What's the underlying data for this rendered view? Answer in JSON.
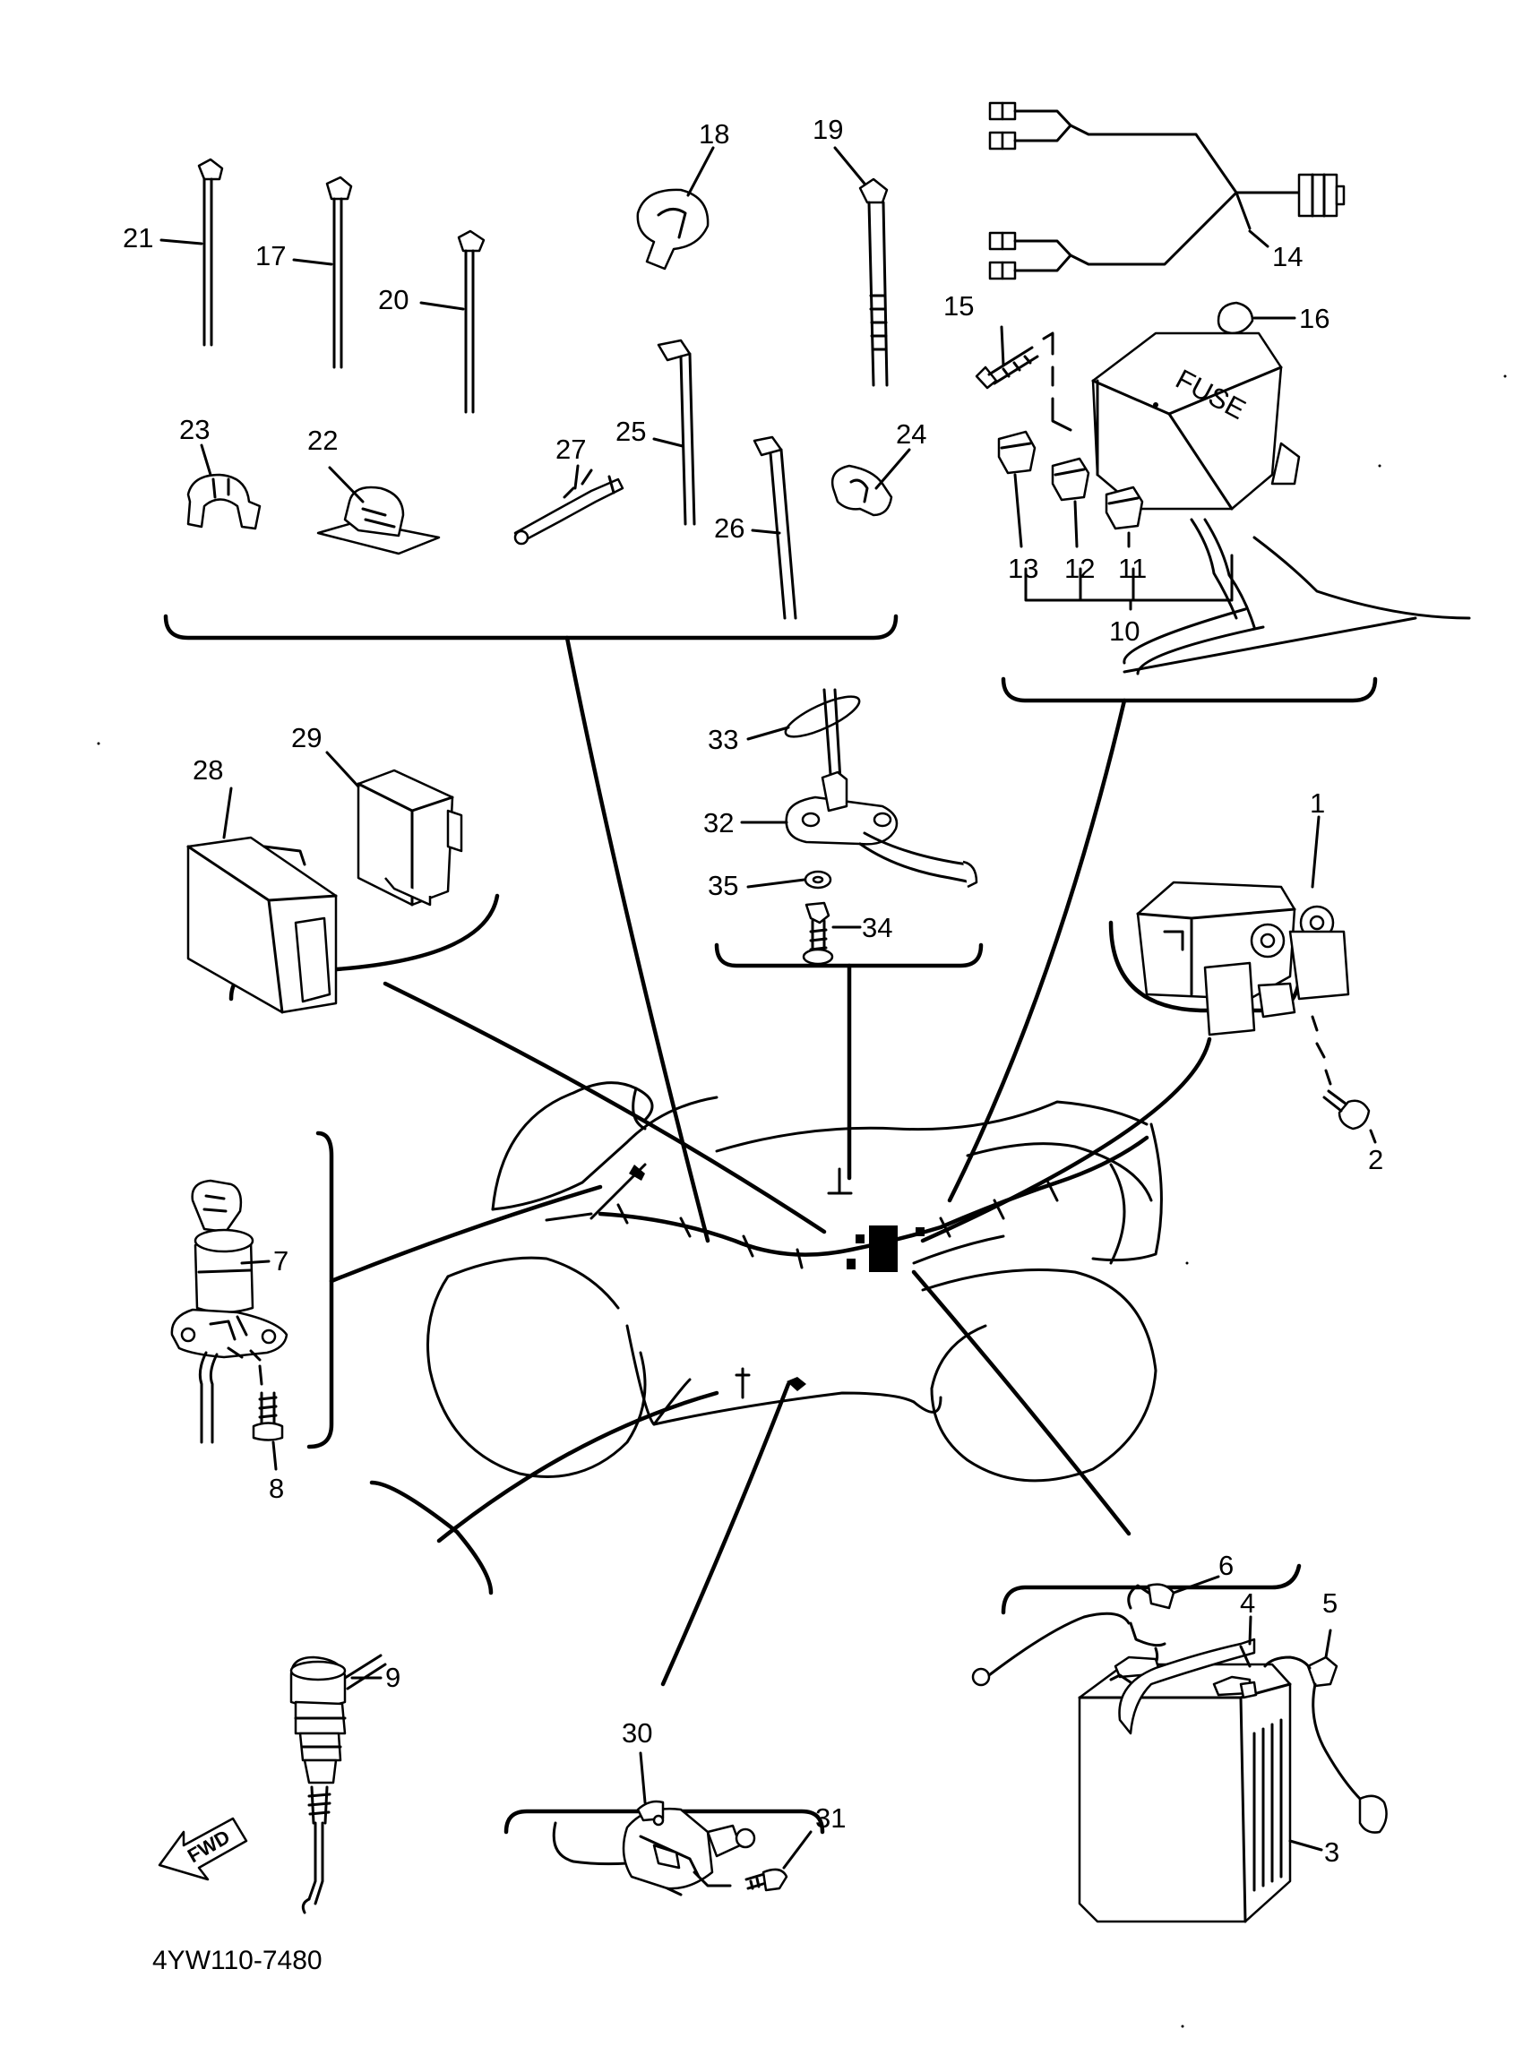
{
  "diagram_code": "4YW110-7480",
  "fwd_label": "FWD",
  "part_numbers": [
    "1",
    "2",
    "3",
    "4",
    "5",
    "6",
    "7",
    "8",
    "9",
    "10",
    "11",
    "12",
    "13",
    "14",
    "15",
    "16",
    "17",
    "18",
    "19",
    "20",
    "21",
    "22",
    "23",
    "24",
    "25",
    "26",
    "27",
    "28",
    "29",
    "30",
    "31",
    "32",
    "33",
    "34",
    "35"
  ],
  "fuse_box_label": "FUSE"
}
